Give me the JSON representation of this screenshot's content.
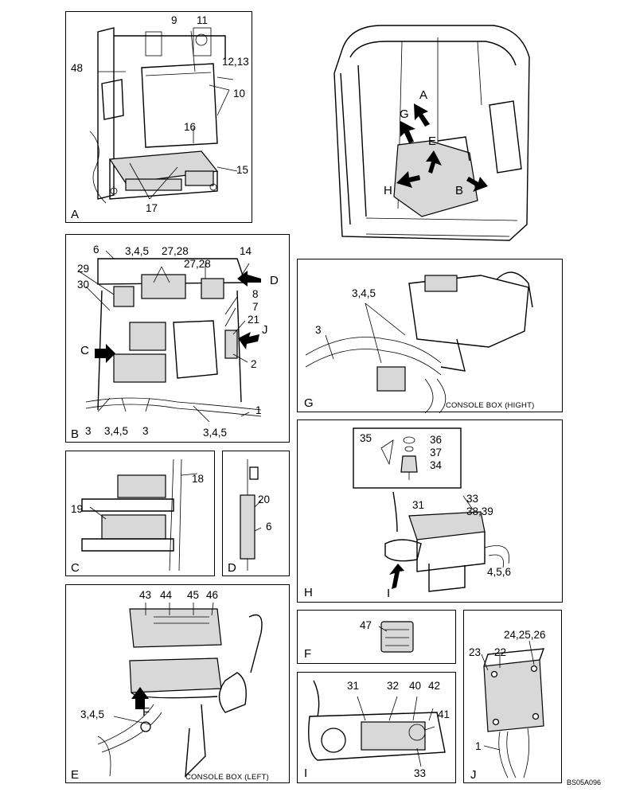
{
  "figure_code": "BS05A096",
  "panels": {
    "A": {
      "letter": "A",
      "callouts": [
        "9",
        "11",
        "12,13",
        "48",
        "10",
        "16",
        "15",
        "17"
      ]
    },
    "overview": {
      "arrows": [
        "A",
        "G",
        "E",
        "H",
        "B"
      ]
    },
    "B": {
      "letter": "B",
      "callouts": [
        "6",
        "3,4,5",
        "27,28",
        "27,28",
        "14",
        "29",
        "30",
        "8",
        "7",
        "21",
        "2",
        "1",
        "3",
        "3,4,5",
        "3",
        "3,4,5"
      ],
      "arrows": [
        "D",
        "C",
        "J"
      ]
    },
    "G": {
      "letter": "G",
      "caption": "CONSOLE BOX (HIGHT)",
      "callouts": [
        "3,4,5",
        "3"
      ]
    },
    "C": {
      "letter": "C",
      "callouts": [
        "18",
        "19"
      ]
    },
    "D": {
      "letter": "D",
      "callouts": [
        "20",
        "6"
      ]
    },
    "H": {
      "letter": "H",
      "callouts": [
        "35",
        "36",
        "37",
        "34",
        "33",
        "38,39",
        "31",
        "4,5,6"
      ],
      "arrows": [
        "I"
      ]
    },
    "E": {
      "letter": "E",
      "caption": "CONSOLE BOX (LEFT)",
      "callouts": [
        "43",
        "44",
        "45",
        "46",
        "3,4,5"
      ],
      "arrows": [
        "F"
      ]
    },
    "F": {
      "letter": "F",
      "callouts": [
        "47"
      ]
    },
    "I": {
      "letter": "I",
      "callouts": [
        "31",
        "32",
        "40",
        "42",
        "41",
        "33"
      ]
    },
    "J": {
      "letter": "J",
      "callouts": [
        "24,25,26",
        "23",
        "22",
        "1"
      ]
    }
  }
}
